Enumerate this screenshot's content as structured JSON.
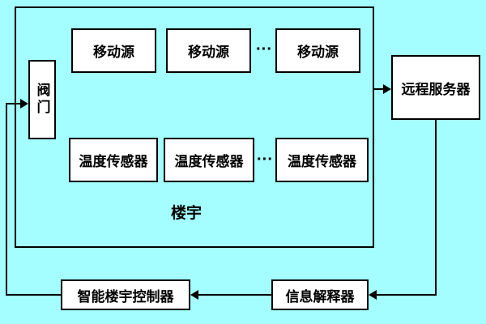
{
  "colors": {
    "background": "#a4fdfe",
    "box_fill": "#ffffff",
    "line": "#000000"
  },
  "diagram": {
    "building": {
      "label": "楼宇"
    },
    "valve": {
      "label": "阀门"
    },
    "mobile_sources": {
      "items": [
        "移动源",
        "移动源",
        "移动源"
      ],
      "ellipsis": "···"
    },
    "temperature_sensors": {
      "items": [
        "温度传感器",
        "温度传感器",
        "温度传感器"
      ],
      "ellipsis": "···"
    },
    "remote_server": {
      "label": "远程服务器"
    },
    "controller": {
      "label": "智能楼宇控制器"
    },
    "interpreter": {
      "label": "信息解释器"
    }
  }
}
